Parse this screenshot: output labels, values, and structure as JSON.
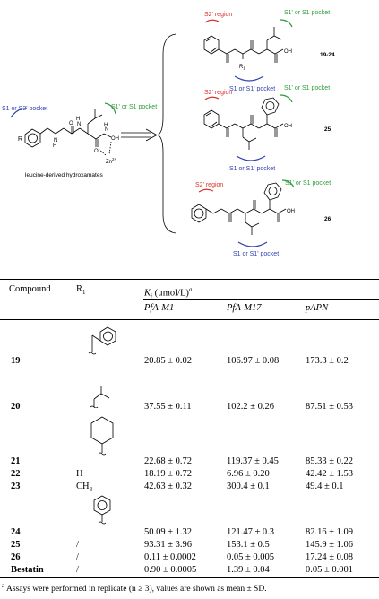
{
  "scheme": {
    "left_pocket_label": "S1 or S2' pocket",
    "left_right_pocket_label": "S1' or S1 pocket",
    "r_label": "R",
    "zn_label": "Zn",
    "zn_charge": "2+",
    "left_caption": "leucine-derived hydroxamates",
    "hydroxamate_label": "OH",
    "nh_label": "N",
    "h_label": "H",
    "o_label": "O",
    "s2_region_label": "S2' region",
    "s1p_pocket_label": "S1' or S1 pocket",
    "s1_pocket_label": "S1 or S1' pocket",
    "r1_label": "R",
    "r1_sub": "1",
    "top_compound": "19-24",
    "mid_compound": "25",
    "bot_compound": "26"
  },
  "table": {
    "headers": {
      "compound": "Compound",
      "r1": "R",
      "r1_sub": "1",
      "ki": "K",
      "ki_sub": "i",
      "ki_unit": " (μmol/L)",
      "ki_note": "a",
      "col1": "PfA-M1",
      "col2": "PfA-M17",
      "col3": "pAPN"
    },
    "rows": [
      {
        "compound": "19",
        "r1": "",
        "m1": "20.85 ± 0.02",
        "m17": "106.97 ± 0.08",
        "papn": "173.3 ± 0.2"
      },
      {
        "compound": "20",
        "r1": "",
        "m1": "37.55 ± 0.11",
        "m17": "102.2 ± 0.26",
        "papn": "87.51 ± 0.53"
      },
      {
        "compound": "21",
        "r1": "",
        "m1": "22.68 ± 0.72",
        "m17": "119.37 ± 0.45",
        "papn": "85.33 ± 0.22"
      },
      {
        "compound": "22",
        "r1": "H",
        "m1": "18.19 ± 0.72",
        "m17": "6.96 ± 0.20",
        "papn": "42.42 ± 1.53"
      },
      {
        "compound": "23",
        "r1": "CH3",
        "m1": "42.63 ± 0.32",
        "m17": "300.4 ± 0.1",
        "papn": "49.4 ± 0.1"
      },
      {
        "compound": "24",
        "r1": "",
        "m1": "50.09 ± 1.32",
        "m17": "121.47 ± 0.3",
        "papn": "82.16 ± 1.09"
      },
      {
        "compound": "25",
        "r1": "/",
        "m1": "93.31 ± 3.96",
        "m17": "153.1 ± 0.5",
        "papn": "145.9 ± 1.06"
      },
      {
        "compound": "26",
        "r1": "/",
        "m1": "0.11 ± 0.0002",
        "m17": "0.05 ± 0.005",
        "papn": "17.24 ± 0.08"
      },
      {
        "compound": "Bestatin",
        "r1": "/",
        "m1": "0.90 ± 0.0005",
        "m17": "1.39 ± 0.04",
        "papn": "0.05 ± 0.001"
      }
    ],
    "footnote_mark": "a",
    "footnote": "Assays were performed in replicate (n ≥ 3), values are shown as mean ± SD."
  },
  "colors": {
    "red_arc": "#d9302b",
    "green_arc": "#2e9a3a",
    "blue_arc": "#2f3fb0"
  }
}
